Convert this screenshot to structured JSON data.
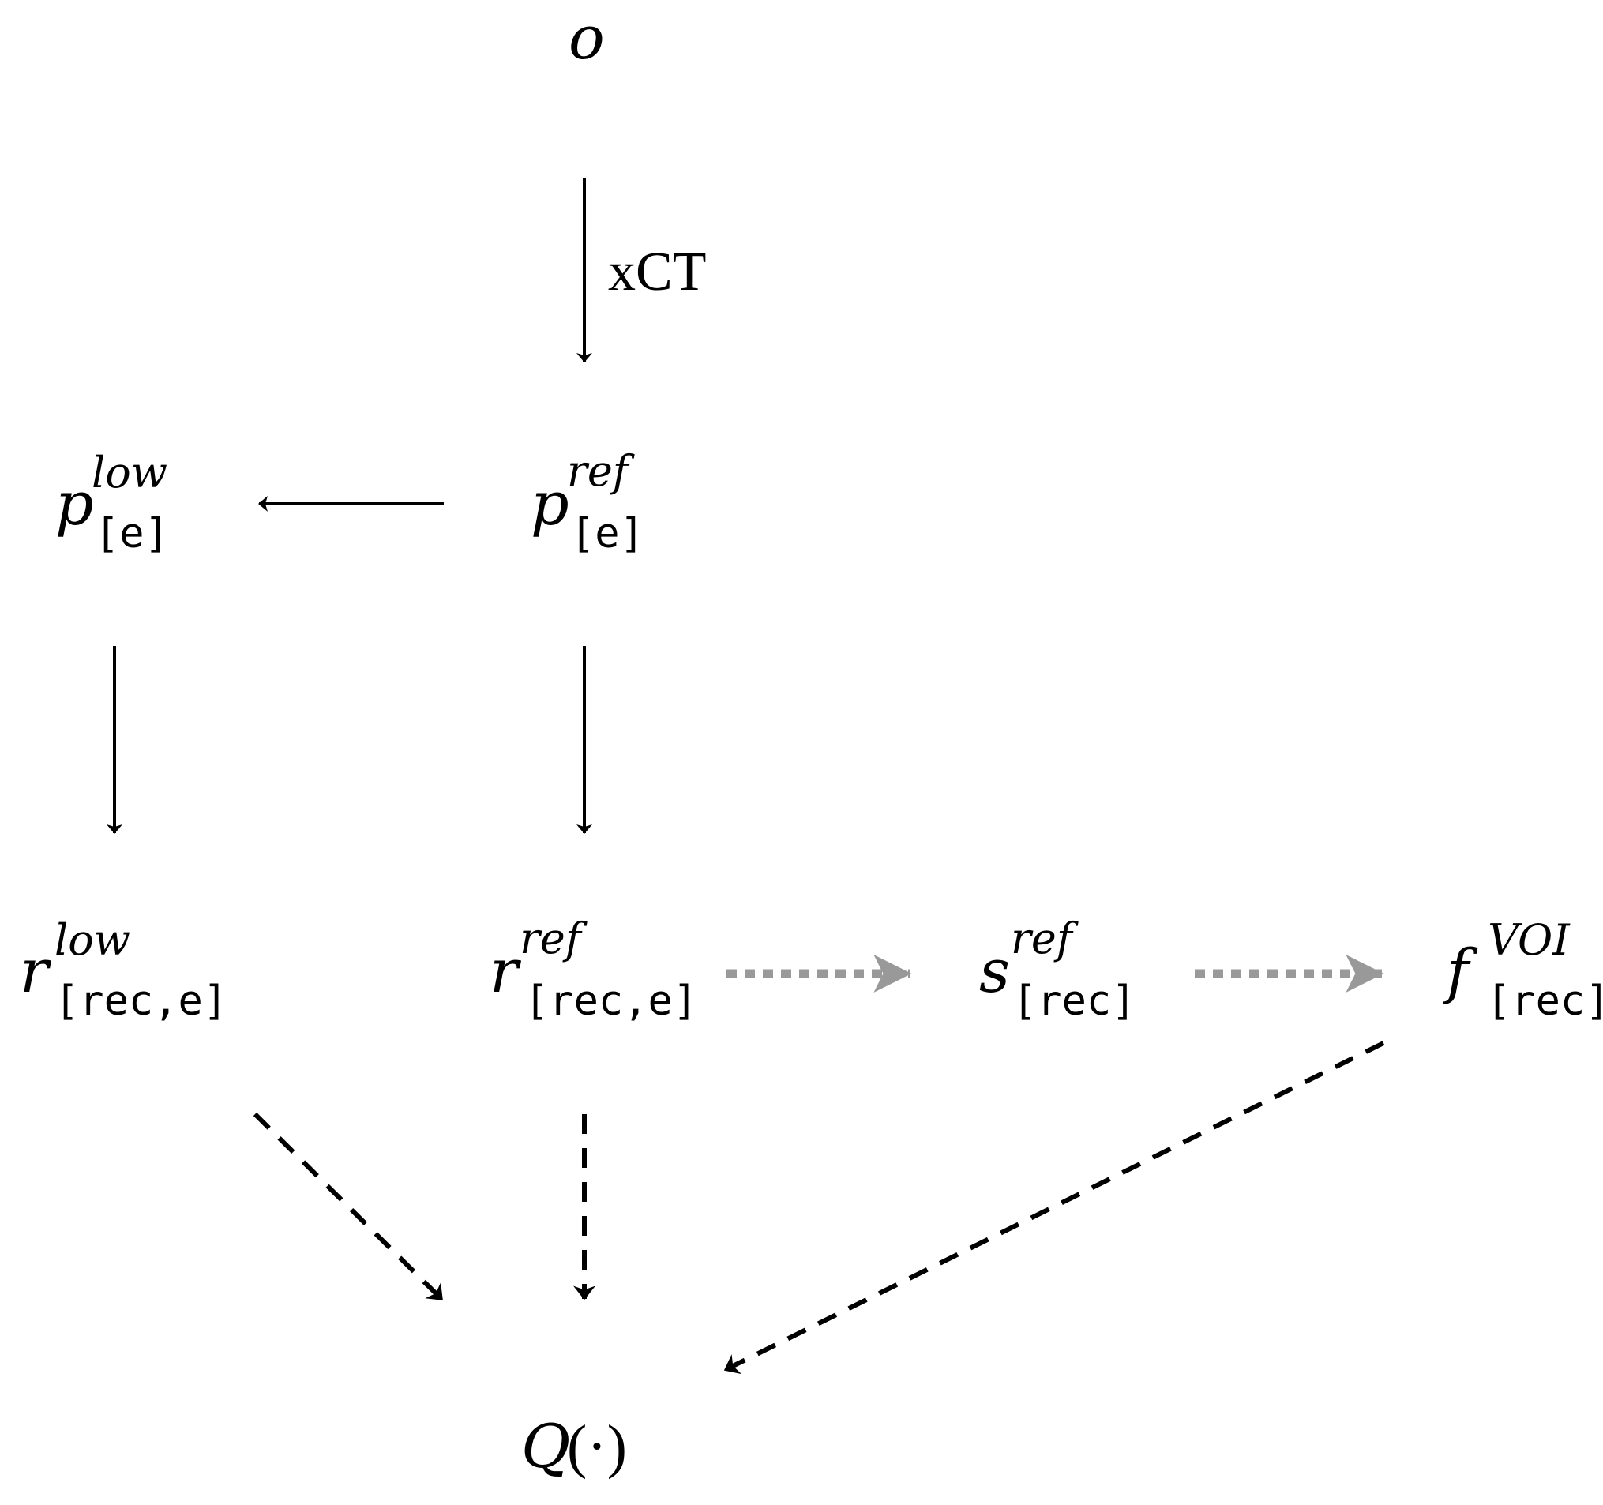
{
  "nodes": {
    "o": {
      "symbol": "o"
    },
    "p_low": {
      "symbol": "p",
      "superscript": "low",
      "subscript": "[e]"
    },
    "p_ref": {
      "symbol": "p",
      "superscript": "ref",
      "subscript": "[e]"
    },
    "r_low": {
      "symbol": "r",
      "superscript": "low",
      "subscript": "[rec,e]"
    },
    "r_ref": {
      "symbol": "r",
      "superscript": "ref",
      "subscript": "[rec,e]"
    },
    "s_ref": {
      "symbol": "s",
      "superscript": "ref",
      "subscript": "[rec]"
    },
    "f_voi": {
      "symbol": "f",
      "superscript": "VOI",
      "subscript": "[rec]"
    },
    "q": {
      "symbol": "Q",
      "argument": "(·)"
    }
  },
  "edges": [
    {
      "from": "o",
      "to": "p_ref",
      "style": "solid",
      "label": "xCT"
    },
    {
      "from": "p_ref",
      "to": "p_low",
      "style": "solid"
    },
    {
      "from": "p_low",
      "to": "r_low",
      "style": "solid"
    },
    {
      "from": "p_ref",
      "to": "r_ref",
      "style": "solid"
    },
    {
      "from": "r_ref",
      "to": "s_ref",
      "style": "dotted"
    },
    {
      "from": "s_ref",
      "to": "f_voi",
      "style": "dotted"
    },
    {
      "from": "r_low",
      "to": "q",
      "style": "dashed"
    },
    {
      "from": "r_ref",
      "to": "q",
      "style": "dashed"
    },
    {
      "from": "f_voi",
      "to": "q",
      "style": "dashed"
    }
  ],
  "colors": {
    "solid": "#000000",
    "dashed": "#000000",
    "dotted": "#999999"
  }
}
